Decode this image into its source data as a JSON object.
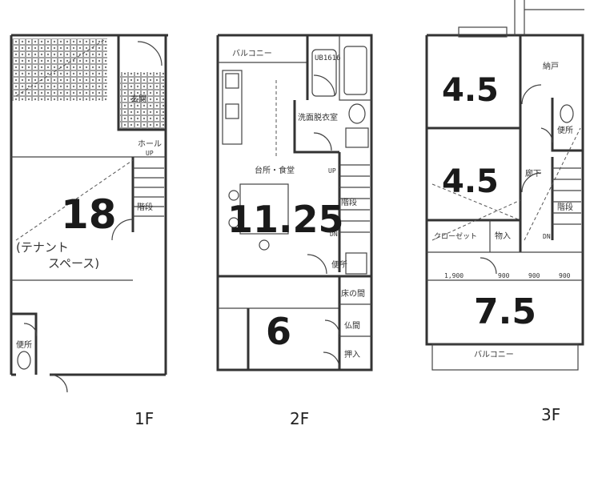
{
  "floor1": {
    "label": "1F",
    "tenant_area": "18",
    "tenant_text_1": "(テナント",
    "tenant_text_2": "スペース)",
    "entrance": "玄関",
    "hall": "ホール",
    "hall_up": "UP",
    "stairs": "階段",
    "toilet": "便所"
  },
  "floor2": {
    "label": "2F",
    "balcony": "バルコニー",
    "bath": "UB1616",
    "washroom": "洗面脱衣室",
    "kitchen_dining": "台所・食堂",
    "ldk_area": "11.25",
    "up": "UP",
    "dn": "DN",
    "stairs": "階段",
    "toilet": "便所",
    "japanese_room_area": "6",
    "tokonoma": "床の間",
    "butsuma": "仏間",
    "oshiire": "押入"
  },
  "floor3": {
    "label": "3F",
    "room1_area": "4.5",
    "room2_area": "4.5",
    "nando": "納戸",
    "corridor": "廊下",
    "toilet": "便所",
    "stairs": "階段",
    "closet": "クローゼット",
    "storage": "物入",
    "dn": "DN",
    "dim1": "1,900",
    "dim2": "900",
    "dim3": "900",
    "dim4": "900",
    "room3_area": "7.5",
    "balcony": "バルコニー"
  }
}
